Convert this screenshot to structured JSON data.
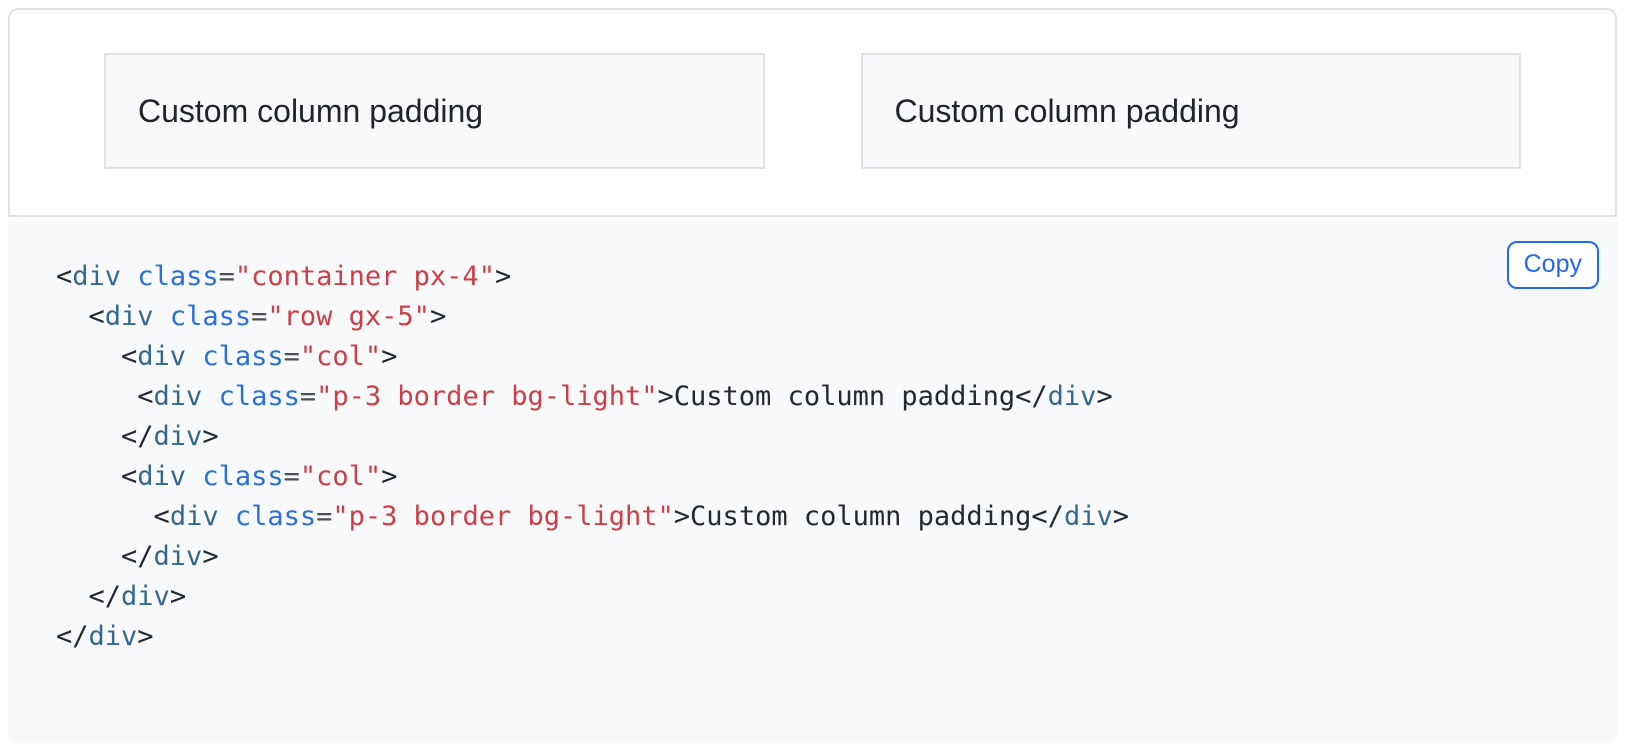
{
  "example": {
    "columns": [
      {
        "label": "Custom column padding"
      },
      {
        "label": "Custom column padding"
      }
    ]
  },
  "code_block": {
    "language": "html",
    "copy_button": "Copy",
    "lines": [
      {
        "tokens": [
          {
            "type": "punctuation",
            "value": "<"
          },
          {
            "type": "tag",
            "value": "div"
          },
          {
            "type": "plain",
            "value": " "
          },
          {
            "type": "attr-name",
            "value": "class"
          },
          {
            "type": "operator",
            "value": "="
          },
          {
            "type": "attr-value",
            "value": "\"container px-4\""
          },
          {
            "type": "punctuation",
            "value": ">"
          }
        ]
      },
      {
        "tokens": [
          {
            "type": "plain",
            "value": "  "
          },
          {
            "type": "punctuation",
            "value": "<"
          },
          {
            "type": "tag",
            "value": "div"
          },
          {
            "type": "plain",
            "value": " "
          },
          {
            "type": "attr-name",
            "value": "class"
          },
          {
            "type": "operator",
            "value": "="
          },
          {
            "type": "attr-value",
            "value": "\"row gx-5\""
          },
          {
            "type": "punctuation",
            "value": ">"
          }
        ]
      },
      {
        "tokens": [
          {
            "type": "plain",
            "value": "    "
          },
          {
            "type": "punctuation",
            "value": "<"
          },
          {
            "type": "tag",
            "value": "div"
          },
          {
            "type": "plain",
            "value": " "
          },
          {
            "type": "attr-name",
            "value": "class"
          },
          {
            "type": "operator",
            "value": "="
          },
          {
            "type": "attr-value",
            "value": "\"col\""
          },
          {
            "type": "punctuation",
            "value": ">"
          }
        ]
      },
      {
        "tokens": [
          {
            "type": "plain",
            "value": "     "
          },
          {
            "type": "punctuation",
            "value": "<"
          },
          {
            "type": "tag",
            "value": "div"
          },
          {
            "type": "plain",
            "value": " "
          },
          {
            "type": "attr-name",
            "value": "class"
          },
          {
            "type": "operator",
            "value": "="
          },
          {
            "type": "attr-value",
            "value": "\"p-3 border bg-light\""
          },
          {
            "type": "punctuation",
            "value": ">"
          },
          {
            "type": "plain",
            "value": "Custom column padding"
          },
          {
            "type": "punctuation",
            "value": "</"
          },
          {
            "type": "tag",
            "value": "div"
          },
          {
            "type": "punctuation",
            "value": ">"
          }
        ]
      },
      {
        "tokens": [
          {
            "type": "plain",
            "value": "    "
          },
          {
            "type": "punctuation",
            "value": "</"
          },
          {
            "type": "tag",
            "value": "div"
          },
          {
            "type": "punctuation",
            "value": ">"
          }
        ]
      },
      {
        "tokens": [
          {
            "type": "plain",
            "value": "    "
          },
          {
            "type": "punctuation",
            "value": "<"
          },
          {
            "type": "tag",
            "value": "div"
          },
          {
            "type": "plain",
            "value": " "
          },
          {
            "type": "attr-name",
            "value": "class"
          },
          {
            "type": "operator",
            "value": "="
          },
          {
            "type": "attr-value",
            "value": "\"col\""
          },
          {
            "type": "punctuation",
            "value": ">"
          }
        ]
      },
      {
        "tokens": [
          {
            "type": "plain",
            "value": "      "
          },
          {
            "type": "punctuation",
            "value": "<"
          },
          {
            "type": "tag",
            "value": "div"
          },
          {
            "type": "plain",
            "value": " "
          },
          {
            "type": "attr-name",
            "value": "class"
          },
          {
            "type": "operator",
            "value": "="
          },
          {
            "type": "attr-value",
            "value": "\"p-3 border bg-light\""
          },
          {
            "type": "punctuation",
            "value": ">"
          },
          {
            "type": "plain",
            "value": "Custom column padding"
          },
          {
            "type": "punctuation",
            "value": "</"
          },
          {
            "type": "tag",
            "value": "div"
          },
          {
            "type": "punctuation",
            "value": ">"
          }
        ]
      },
      {
        "tokens": [
          {
            "type": "plain",
            "value": "    "
          },
          {
            "type": "punctuation",
            "value": "</"
          },
          {
            "type": "tag",
            "value": "div"
          },
          {
            "type": "punctuation",
            "value": ">"
          }
        ]
      },
      {
        "tokens": [
          {
            "type": "plain",
            "value": "  "
          },
          {
            "type": "punctuation",
            "value": "</"
          },
          {
            "type": "tag",
            "value": "div"
          },
          {
            "type": "punctuation",
            "value": ">"
          }
        ]
      },
      {
        "tokens": [
          {
            "type": "punctuation",
            "value": "</"
          },
          {
            "type": "tag",
            "value": "div"
          },
          {
            "type": "punctuation",
            "value": ">"
          }
        ]
      }
    ]
  },
  "colors": {
    "tag": "#35688f",
    "attr_name": "#2a70dc",
    "attr_value": "#ce3e47",
    "plain_text": "#24292f",
    "accent_blue": "#2368f0",
    "panel_border": "#dee2e6",
    "light_bg": "#f8f9fa",
    "demo_text": "#212529"
  }
}
